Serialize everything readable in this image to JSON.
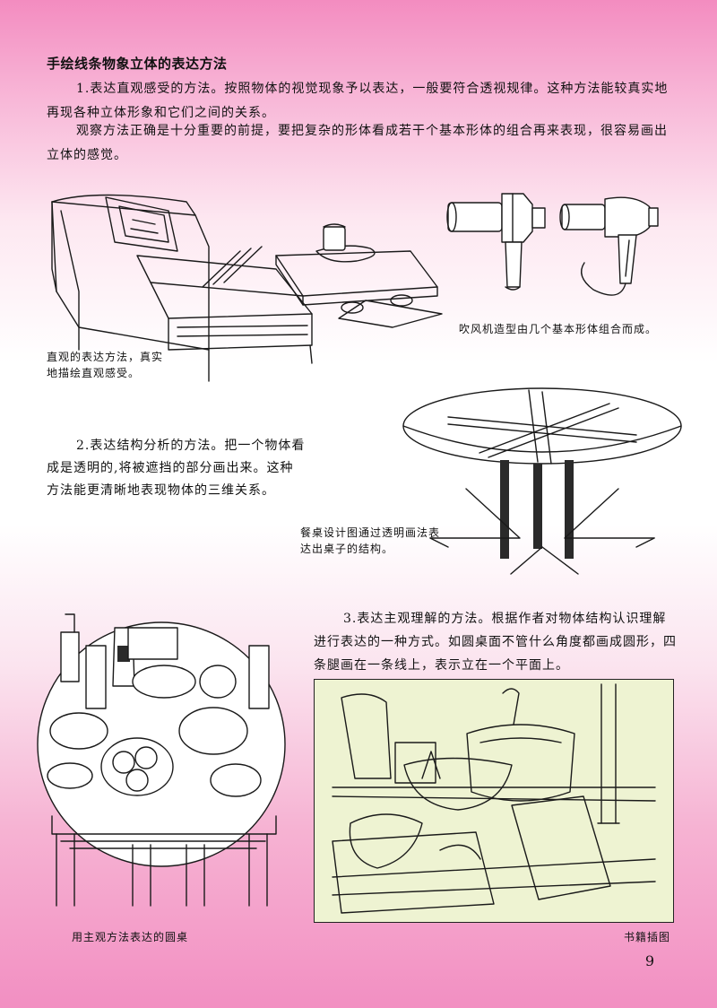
{
  "heading": "手绘线条物象立体的表达方法",
  "paragraphs": {
    "p1": "1.表达直观感受的方法。按照物体的视觉现象予以表达，一般要符合透视规律。这种方法能较真实地再现各种立体形象和它们之间的关系。",
    "p2": "观察方法正确是十分重要的前提，要把复杂的形体看成若干个基本形体的组合再来表现，很容易画出立体的感觉。",
    "p3": "2.表达结构分析的方法。把一个物体看成是透明的,将被遮挡的部分画出来。这种方法能更清晰地表现物体的三维关系。",
    "p4": "3.表达主观理解的方法。根据作者对物体结构认识理解进行表达的一种方式。如圆桌面不管什么角度都画成圆形，四条腿画在一条线上，表示立在一个平面上。"
  },
  "captions": {
    "sofa": "直观的表达方法，真实地描绘直观感受。",
    "hairdryer": "吹风机造型由几个基本形体组合而成。",
    "dining_table": "餐桌设计图通过透明画法表达出桌子的结构。",
    "round_table": "用主观方法表达的圆桌",
    "book_illustration": "书籍插图"
  },
  "page_number": "9",
  "colors": {
    "page_gradient_pink": "#f28fc2",
    "illustration_bg": "#eef3d2"
  }
}
